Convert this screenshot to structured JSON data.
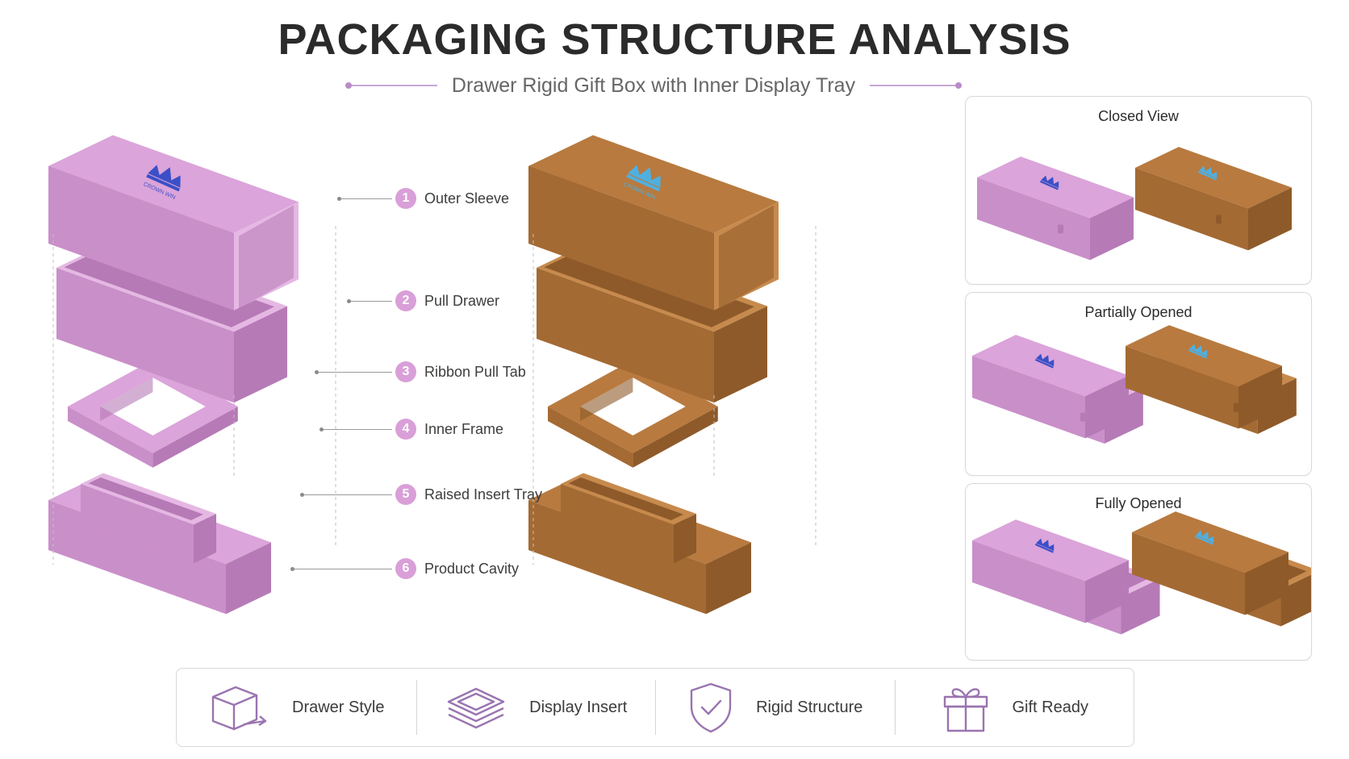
{
  "header": {
    "title": "PACKAGING STRUCTURE ANALYSIS",
    "subtitle": "Drawer Rigid Gift Box with Inner Display Tray"
  },
  "brand": {
    "logo_text": "CROWN WIN"
  },
  "colors": {
    "purple_face": "#dba4da",
    "purple_side": "#c98fc9",
    "purple_dark": "#b67ab6",
    "purple_inner": "#e5b8e3",
    "brown_face": "#b87a3f",
    "brown_side": "#a46a33",
    "brown_dark": "#8e5a2a",
    "brown_inner": "#c78a4d",
    "logo_blue": "#3b4fc7",
    "logo_cyan": "#4fb0e0",
    "accent": "#d99fd8",
    "icon_stroke": "#9a74b0"
  },
  "components": [
    {
      "number": "1",
      "label": "Outer Sleeve"
    },
    {
      "number": "2",
      "label": "Pull Drawer"
    },
    {
      "number": "3",
      "label": "Ribbon Pull Tab"
    },
    {
      "number": "4",
      "label": "Inner Frame"
    },
    {
      "number": "5",
      "label": "Raised Insert Tray"
    },
    {
      "number": "6",
      "label": "Product Cavity"
    }
  ],
  "views": [
    {
      "title": "Closed View",
      "state": "closed"
    },
    {
      "title": "Partially Opened",
      "state": "partial"
    },
    {
      "title": "Fully Opened",
      "state": "full"
    }
  ],
  "features": [
    {
      "label": "Drawer Style",
      "icon": "box-arrow-icon"
    },
    {
      "label": "Display Insert",
      "icon": "layers-icon"
    },
    {
      "label": "Rigid Structure",
      "icon": "shield-check-icon"
    },
    {
      "label": "Gift Ready",
      "icon": "gift-icon"
    }
  ]
}
